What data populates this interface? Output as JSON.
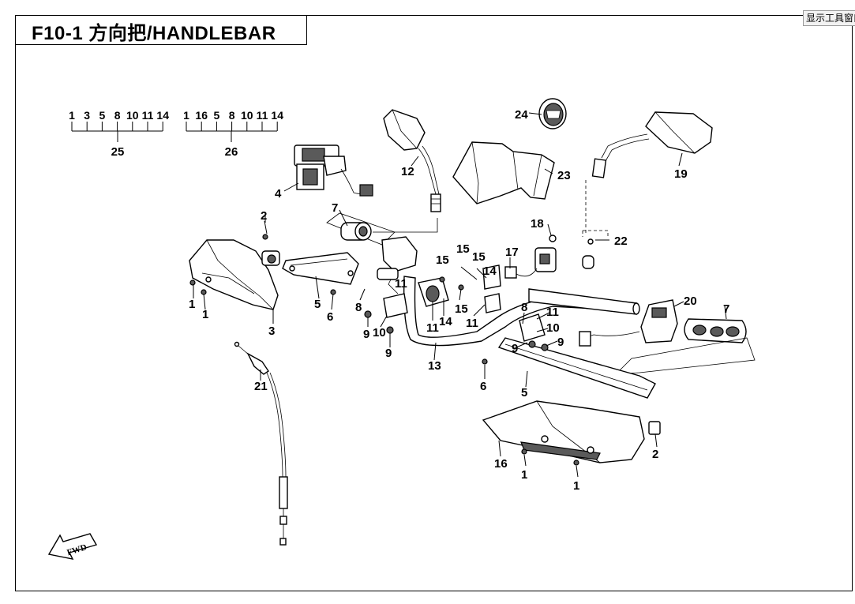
{
  "header": {
    "title": "F10-1 方向把/HANDLEBAR",
    "tool_button": "显示工具窗口"
  },
  "groups": [
    {
      "items": [
        "1",
        "3",
        "5",
        "8",
        "10",
        "11",
        "14"
      ],
      "label": "25"
    },
    {
      "items": [
        "1",
        "16",
        "5",
        "8",
        "10",
        "11",
        "14"
      ],
      "label": "26"
    }
  ],
  "callouts": {
    "c1a": "1",
    "c1b": "1",
    "c1c": "1",
    "c1d": "1",
    "c2a": "2",
    "c2b": "2",
    "c3": "3",
    "c4": "4",
    "c5a": "5",
    "c5b": "5",
    "c6a": "6",
    "c6b": "6",
    "c7a": "7",
    "c7b": "7",
    "c8a": "8",
    "c8b": "8",
    "c9a": "9",
    "c9b": "9",
    "c9c": "9",
    "c9d": "9",
    "c10a": "10",
    "c10b": "10",
    "c11a": "11",
    "c11b": "11",
    "c11c": "11",
    "c11d": "11",
    "c12": "12",
    "c13": "13",
    "c14a": "14",
    "c14b": "14",
    "c15a": "15",
    "c15b": "15",
    "c15c": "15",
    "c16": "16",
    "c17": "17",
    "c18": "18",
    "c19": "19",
    "c20": "20",
    "c21": "21",
    "c22": "22",
    "c23": "23",
    "c24": "24"
  },
  "fwd_label": "FWD"
}
